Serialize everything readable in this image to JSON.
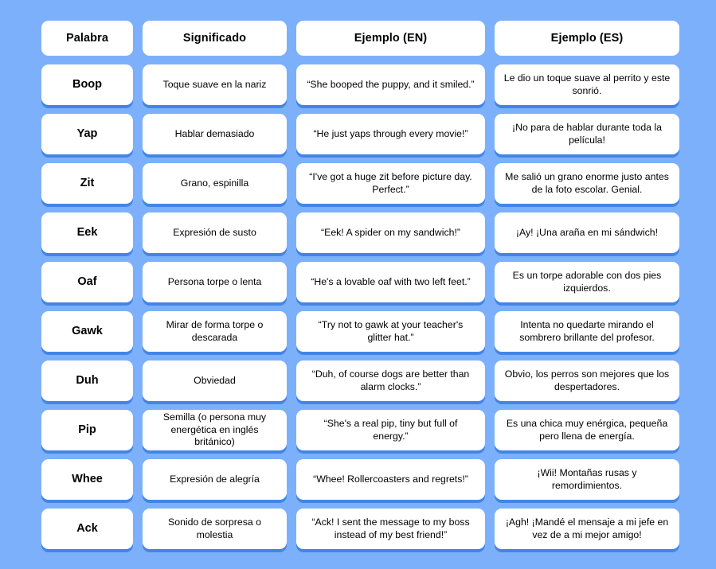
{
  "theme": {
    "background_color": "#7cb0fb",
    "card_color": "#ffffff",
    "card_shadow_color": "#4285e8",
    "text_color": "#000000"
  },
  "table": {
    "columns": [
      {
        "key": "word",
        "label": "Palabra"
      },
      {
        "key": "meaning",
        "label": "Significado"
      },
      {
        "key": "ex_en",
        "label": "Ejemplo (EN)"
      },
      {
        "key": "ex_es",
        "label": "Ejemplo (ES)"
      }
    ],
    "rows": [
      {
        "word": "Boop",
        "meaning": "Toque suave en la nariz",
        "ex_en": "“She booped the puppy, and it smiled.”",
        "ex_es": "Le dio un toque suave al perrito y este sonrió."
      },
      {
        "word": "Yap",
        "meaning": "Hablar demasiado",
        "ex_en": "“He just yaps through every movie!”",
        "ex_es": "¡No para de hablar durante toda la película!"
      },
      {
        "word": "Zit",
        "meaning": "Grano, espinilla",
        "ex_en": "“I've got a huge zit before picture day. Perfect.”",
        "ex_es": "Me salió un grano enorme justo antes de la foto escolar. Genial."
      },
      {
        "word": "Eek",
        "meaning": "Expresión de susto",
        "ex_en": "“Eek! A spider on my sandwich!”",
        "ex_es": "¡Ay! ¡Una araña en mi sándwich!"
      },
      {
        "word": "Oaf",
        "meaning": "Persona torpe o lenta",
        "ex_en": "“He's a lovable oaf with two left feet.”",
        "ex_es": "Es un torpe adorable con dos pies izquierdos."
      },
      {
        "word": "Gawk",
        "meaning": "Mirar de forma torpe o descarada",
        "ex_en": "“Try not to gawk at your teacher's glitter hat.”",
        "ex_es": "Intenta no quedarte mirando el sombrero brillante del profesor."
      },
      {
        "word": "Duh",
        "meaning": "Obviedad",
        "ex_en": "“Duh, of course dogs are better than alarm clocks.”",
        "ex_es": "Obvio, los perros son mejores que los despertadores."
      },
      {
        "word": "Pip",
        "meaning": "Semilla (o persona muy energética en inglés británico)",
        "ex_en": "“She's a real pip, tiny but full of energy.”",
        "ex_es": "Es una chica muy enérgica, pequeña pero llena de energía."
      },
      {
        "word": "Whee",
        "meaning": "Expresión de alegría",
        "ex_en": "“Whee! Rollercoasters and regrets!”",
        "ex_es": "¡Wii! Montañas rusas y remordimientos."
      },
      {
        "word": "Ack",
        "meaning": "Sonido de sorpresa o molestia",
        "ex_en": "“Ack! I sent the message to my boss instead of my best friend!”",
        "ex_es": "¡Agh! ¡Mandé el mensaje a mi jefe en vez de a mi mejor amigo!"
      }
    ]
  }
}
